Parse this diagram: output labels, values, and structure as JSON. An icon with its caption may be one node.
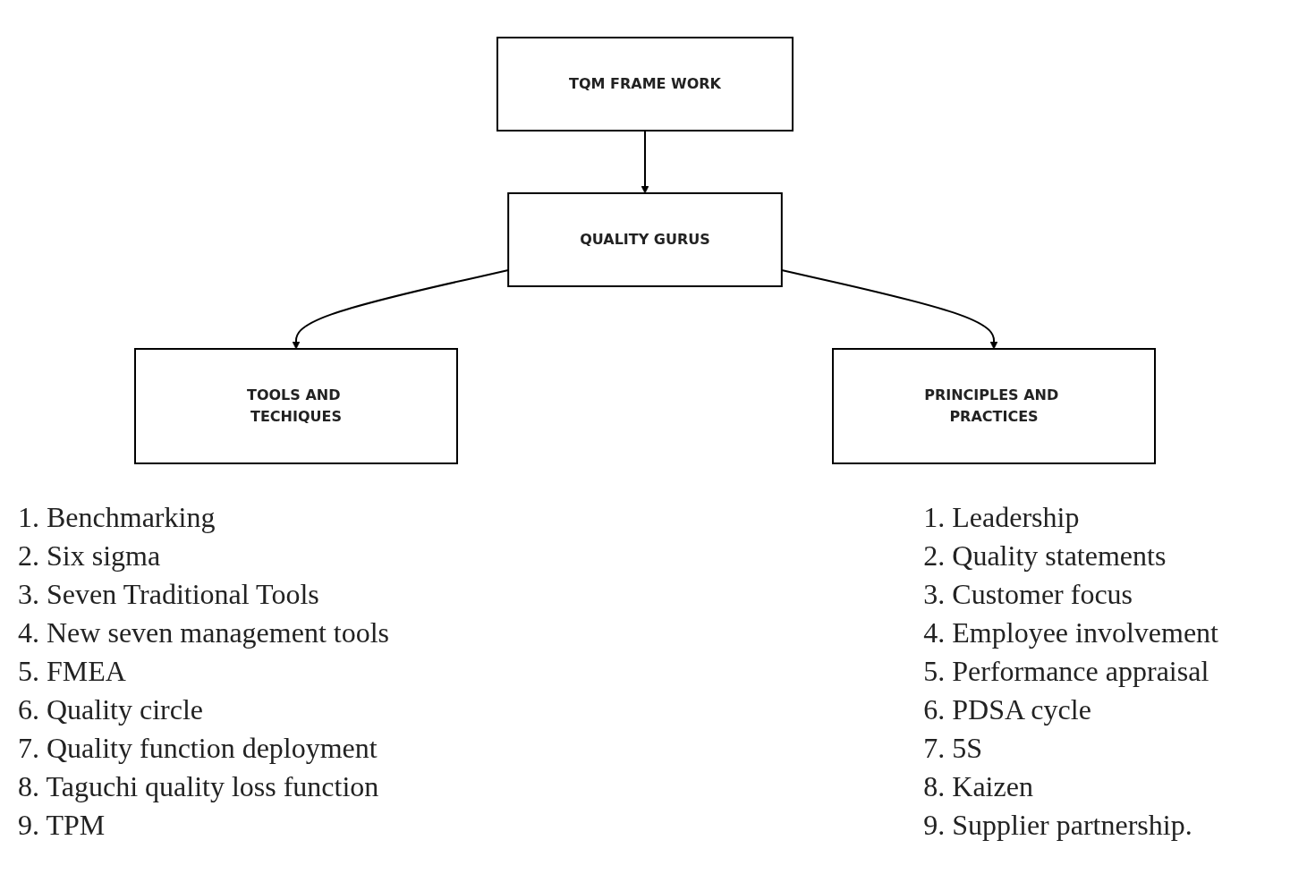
{
  "diagram": {
    "nodes": [
      {
        "text": [
          "TQM FRAME WORK"
        ]
      },
      {
        "text": [
          "QUALITY GURUS"
        ]
      },
      {
        "text": [
          "TOOLS AND TECHIQUES"
        ]
      },
      {
        "text": [
          "PRINCIPLES AND PRACTICES"
        ]
      }
    ],
    "edges": [
      {
        "from": 0,
        "to": 1,
        "arrow": "to"
      },
      {
        "from": 1,
        "to": 2,
        "arrow": "to"
      },
      {
        "from": 1,
        "to": 3,
        "arrow": "to"
      }
    ],
    "labels": [
      "1. Benchmarking",
      "2. Six sigma",
      "3. Seven Traditional Tools",
      "4. New seven management tools",
      "5. FMEA",
      "6. Quality circle",
      "7. Quality function deployment",
      "8. Taguchi quality loss function",
      "9. TPM",
      "1. Leadership",
      "2. Quality statements",
      "3. Customer focus",
      "4. Employee involvement",
      "5. Performance appraisal",
      "6. PDSA cycle",
      "7. 5S",
      "8. Kaizen",
      "9. Supplier partnership."
    ]
  }
}
